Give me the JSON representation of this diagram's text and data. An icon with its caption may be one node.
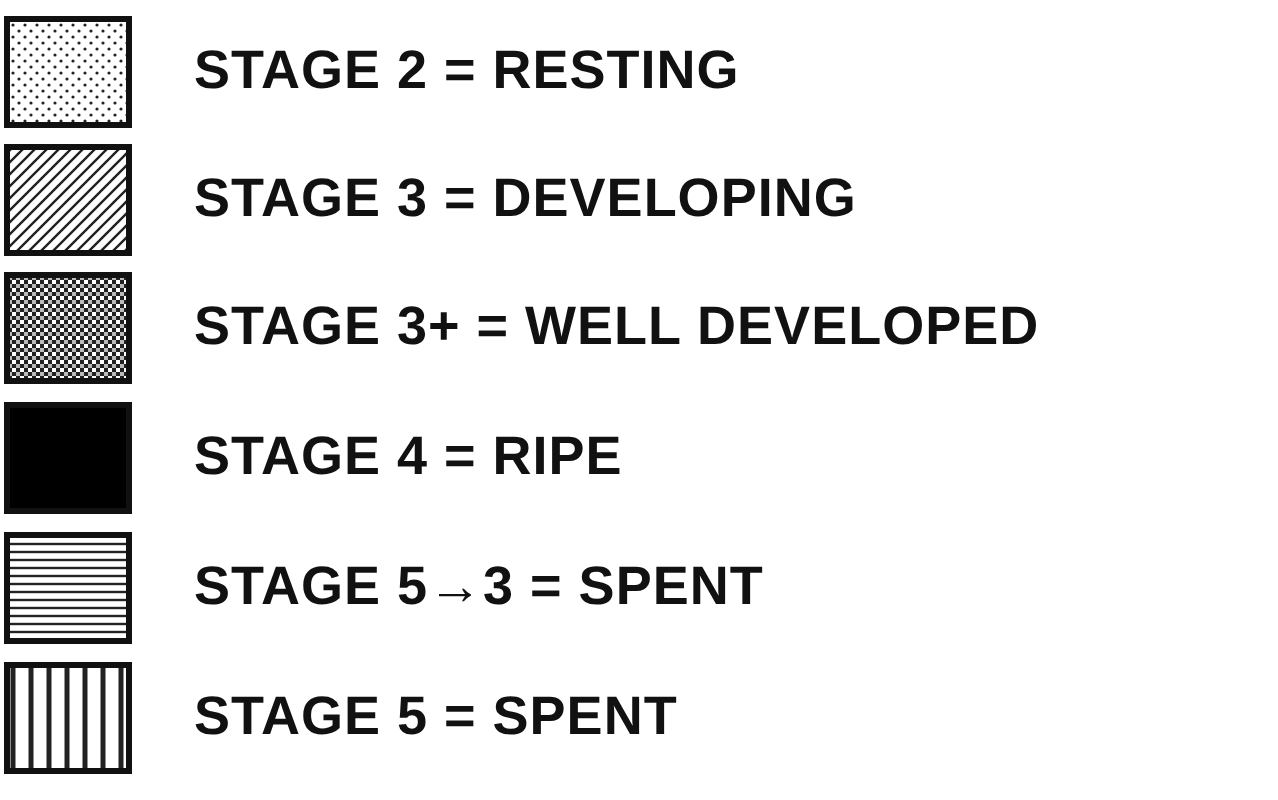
{
  "diagram": {
    "legend": [
      {
        "text": "STAGE 2 = RESTING"
      },
      {
        "text": "STAGE 3 = DEVELOPING"
      },
      {
        "text": "STAGE 3+ = WELL DEVELOPED"
      },
      {
        "text": "STAGE 4 = RIPE",
        "color": "#000000"
      },
      {
        "text": "STAGE 5→3 = SPENT"
      },
      {
        "text": "STAGE 5 = SPENT"
      }
    ]
  }
}
